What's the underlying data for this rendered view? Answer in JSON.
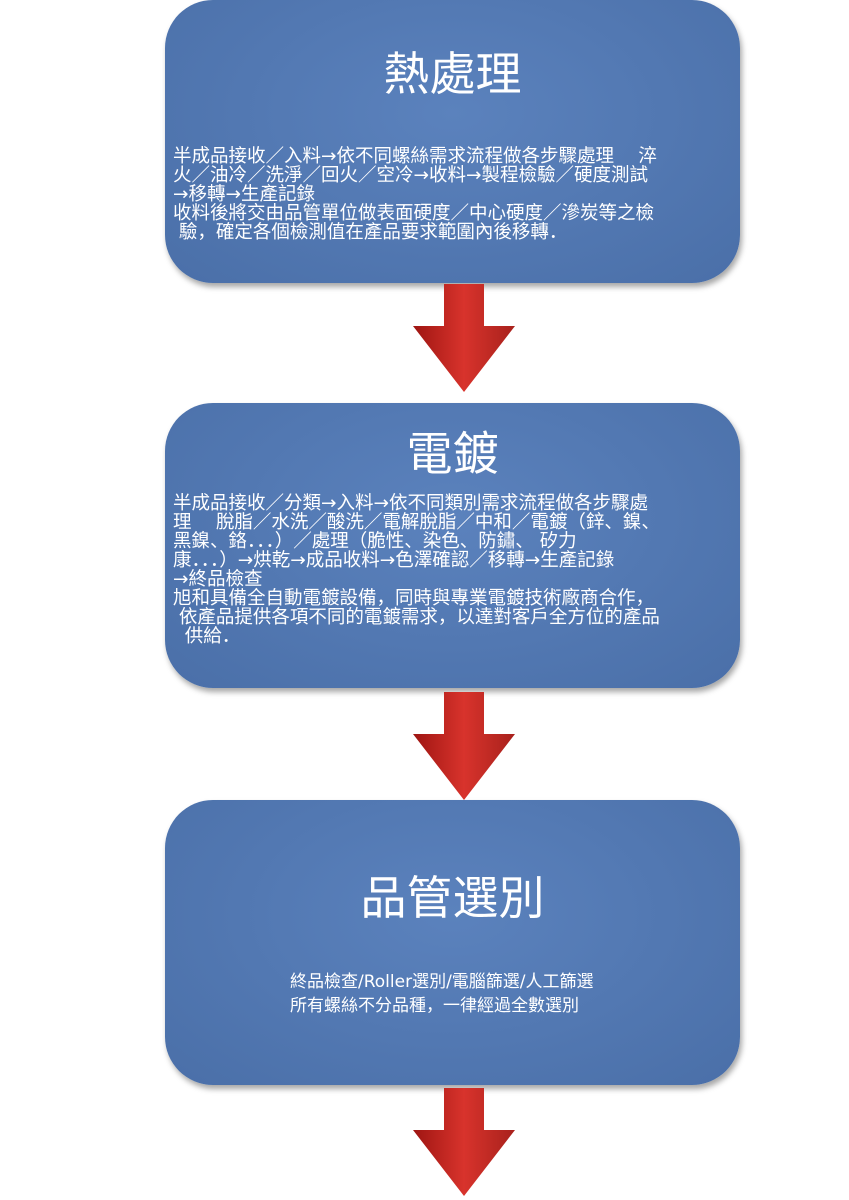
{
  "steps": [
    {
      "title": "熱處理",
      "lines": [
        "半成品接收／入料→依不同螺絲需求流程做各步驟處理　 淬",
        "火／油冷／洗淨／回火／空冷→收料→製程檢驗／硬度測試",
        "→移轉→生產記錄",
        "收料後將交由品管單位做表面硬度／中心硬度／滲炭等之檢",
        " 驗，確定各個檢測值在產品要求範圍內後移轉．"
      ]
    },
    {
      "title": "電鍍",
      "lines": [
        "半成品接收／分類→入料→依不同類別需求流程做各步驟處",
        "理　 脫脂／水洗／酸洗／電解脫脂／中和／電鍍（鋅、鎳、",
        "黑鎳、鉻．．．）／處理（脆性、染色、防鏽、 矽力",
        "康．．．）→烘乾→成品收料→色澤確認／移轉→生產記錄",
        "→終品檢查",
        "旭和具備全自動電鍍設備，同時與專業電鍍技術廠商合作，",
        " 依產品提供各項不同的電鍍需求，以達對客戶全方位的產品",
        "  供給．"
      ]
    },
    {
      "title": "品管選別",
      "lines": [
        "終品檢查/Roller選別/電腦篩選/人工篩選",
        "所有螺絲不分品種，一律經過全數選別"
      ]
    }
  ],
  "colors": {
    "box": "#4f76b0",
    "arrow": "#c0221f"
  }
}
